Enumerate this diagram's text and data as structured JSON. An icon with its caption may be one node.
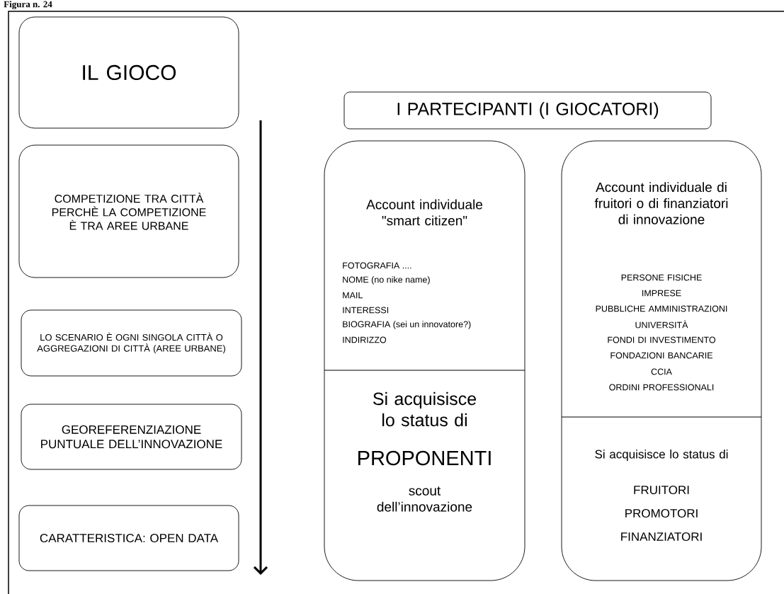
{
  "diagram": {
    "title": "Figura n. 24",
    "nodes": [
      {
        "text": [
          "IL GIOCO"
        ]
      },
      {
        "text": [
          "COMPETIZIONE TRA CITTÀ PERCHÈ LA COMPETIZIONE È TRA AREE URBANE"
        ]
      },
      {
        "text": [
          "LO SCENARIO È OGNI SINGOLA CITTÀ O AGGREGAZIONI DI CITTÀ (AREE URBANE)"
        ]
      },
      {
        "text": [
          "GEOREFERENZIAZIONE PUNTUALE DELL’INNOVAZIONE"
        ]
      },
      {
        "text": [
          "CARATTERISTICA: OPEN DATA"
        ]
      },
      {
        "text": [
          "I PARTECIPANTI (I GIOCATORI)"
        ]
      },
      {
        "text": [
          "Account individuale \"smart citizen\"",
          "FOTOGRAFIA ....",
          "NOME (no nike name)",
          "MAIL",
          "INTERESSI",
          "BIOGRAFIA (sei un innovatore?)",
          "INDIRIZZO",
          "Si acquisisce lo status di",
          "PROPONENTI",
          "scout dell’innovazione"
        ]
      },
      {
        "text": [
          "Account individuale di fruitori o di finanziatori di innovazione",
          "PERSONE FISICHE",
          "IMPRESE",
          "PUBBLICHE AMMINISTRAZIONI",
          "UNIVERSITÀ",
          "FONDI DI INVESTIMENTO",
          "FONDAZIONI BANCARIE",
          "CCIA",
          "ORDINI PROFESSIONALI",
          "Si acquisisce lo status di",
          "FRUITORI",
          "PROMOTORI",
          "FINANZIATORI"
        ]
      }
    ]
  }
}
